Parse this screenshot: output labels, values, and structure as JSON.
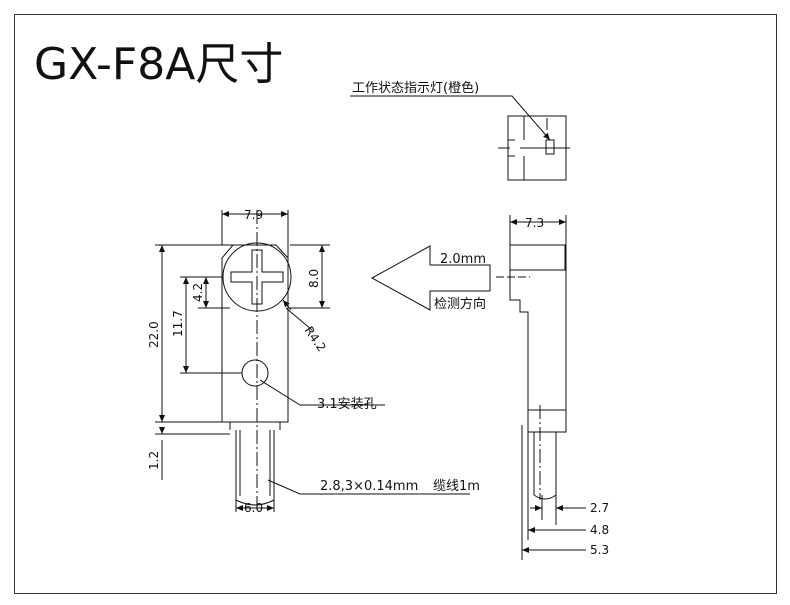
{
  "title": "GX-F8A尺寸",
  "labels": {
    "indicator": "工作状态指示灯(橙色)",
    "distance": "2.0mm",
    "direction": "检测方向",
    "hole": "3.1安装孔",
    "cable_spec": "2.8,3×0.14mm",
    "cable": "缆线1m"
  },
  "dims": {
    "width_top": "7.9",
    "side_width": "7.3",
    "height_head": "8.0",
    "radius": "R4.2",
    "dim_4_2": "4.2",
    "dim_11_7": "11.7",
    "dim_22_0": "22.0",
    "dim_1_2": "1.2",
    "dim_6_0": "6.0",
    "dim_2_7": "2.7",
    "dim_4_8": "4.8",
    "dim_5_3": "5.3"
  },
  "colors": {
    "line": "#111111",
    "background": "#ffffff",
    "frame": "#333333"
  }
}
